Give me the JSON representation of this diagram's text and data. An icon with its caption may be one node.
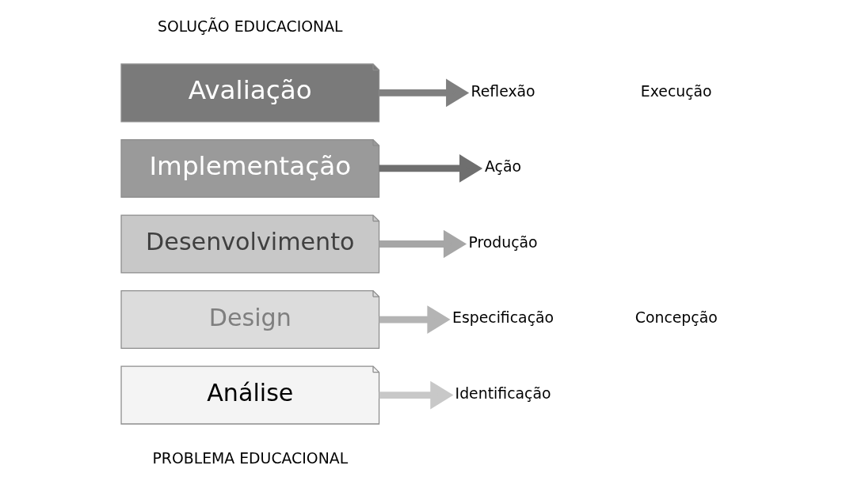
{
  "diagram": {
    "nodes": [
      {
        "text": [
          "Avaliação"
        ]
      },
      {
        "text": [
          "Reflexão"
        ]
      },
      {
        "text": [
          "Implementação"
        ]
      },
      {
        "text": [
          "Ação"
        ]
      },
      {
        "text": [
          "Desenvolvimento"
        ]
      },
      {
        "text": [
          "Produção"
        ]
      },
      {
        "text": [
          "Design"
        ]
      },
      {
        "text": [
          "Especificação"
        ]
      },
      {
        "text": [
          "Análise"
        ]
      },
      {
        "text": [
          "Identificação"
        ]
      }
    ],
    "edges": [
      {
        "from": 0,
        "to": 1,
        "arrow": "to",
        "color": "#7f7f7f"
      },
      {
        "from": 2,
        "to": 3,
        "arrow": "to",
        "color": "#6f6f6f"
      },
      {
        "from": 4,
        "to": 5,
        "arrow": "to",
        "color": "#a6a6a6"
      },
      {
        "from": 6,
        "to": 7,
        "arrow": "to",
        "color": "#b4b4b4"
      },
      {
        "from": 8,
        "to": 9,
        "arrow": "to",
        "color": "#c8c8c8"
      }
    ],
    "labels": [
      "SOLUÇÃO EDUCACIONAL",
      "Execução",
      "Concepção",
      "PROBLEMA EDUCACIONAL"
    ]
  }
}
